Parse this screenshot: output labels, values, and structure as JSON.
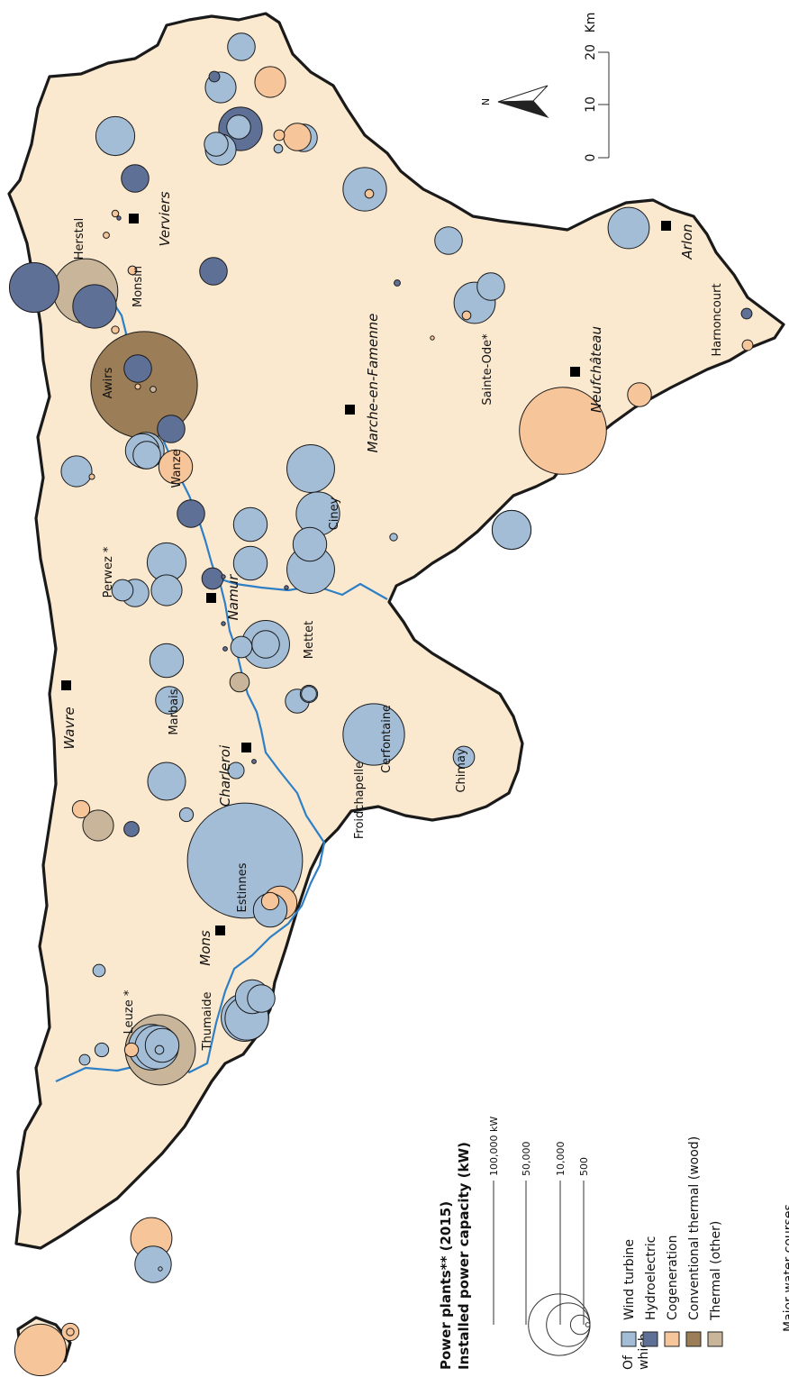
{
  "colors": {
    "wind": "#a3bdd6",
    "hydro": "#5f7096",
    "cogen": "#f7c59a",
    "wood": "#9b7e57",
    "other": "#c9b69a",
    "land": "#fbe9cf",
    "river": "#2e7fc6"
  },
  "legend": {
    "title": "Power plants** (2015)",
    "subtitle": "Installed power capacity (kW)",
    "sizes": [
      {
        "label": "100,000 kW",
        "kw": 100000
      },
      {
        "label": "50,000",
        "kw": 50000
      },
      {
        "label": "10,000",
        "kw": 10000
      },
      {
        "label": "500",
        "kw": 500
      }
    ],
    "of_label": "Of",
    "which_label": "which",
    "types": [
      {
        "key": "wind",
        "label": "Wind turbine"
      },
      {
        "key": "hydro",
        "label": "Hydroelectric"
      },
      {
        "key": "cogen",
        "label": "Cogeneration"
      },
      {
        "key": "wood",
        "label": "Conventional thermal (wood)"
      },
      {
        "key": "other",
        "label": "Thermal (other)"
      }
    ],
    "river_label": "Major water courses"
  },
  "scale": {
    "unit": "Km",
    "ticks": [
      "0",
      "10",
      "20"
    ],
    "north": "N"
  },
  "cities": [
    {
      "name": "Verviers"
    },
    {
      "name": "Arlon"
    },
    {
      "name": "Neufchâteau"
    },
    {
      "name": "Marche-en-Famenne"
    },
    {
      "name": "Namur"
    },
    {
      "name": "Wavre"
    },
    {
      "name": "Charleroi"
    },
    {
      "name": "Mons"
    }
  ],
  "plant_labels": [
    {
      "name": "Herstal"
    },
    {
      "name": "Monsin"
    },
    {
      "name": "Awirs"
    },
    {
      "name": "Wanze"
    },
    {
      "name": "Sainte-Ode*"
    },
    {
      "name": "Harnoncourt"
    },
    {
      "name": "Ciney"
    },
    {
      "name": "Perwez *"
    },
    {
      "name": "Mettet"
    },
    {
      "name": "Marbais"
    },
    {
      "name": "Cerfontaine"
    },
    {
      "name": "Froidchapelle"
    },
    {
      "name": "Chimay"
    },
    {
      "name": "Estinnes"
    },
    {
      "name": "Thumaide"
    },
    {
      "name": "Leuze *"
    }
  ],
  "plants": [
    {
      "type": "cogen",
      "kw": 70000
    },
    {
      "type": "cogen",
      "kw": 1500
    },
    {
      "type": "cogen",
      "kw": 8000
    },
    {
      "type": "wind",
      "kw": 35000
    },
    {
      "type": "wind",
      "kw": 300
    },
    {
      "type": "cogen",
      "kw": 45000
    },
    {
      "type": "other",
      "kw": 130000
    },
    {
      "type": "wind",
      "kw": 55000
    },
    {
      "type": "wind",
      "kw": 50000
    },
    {
      "type": "wind",
      "kw": 30000
    },
    {
      "type": "wind",
      "kw": 2000
    },
    {
      "type": "cogen",
      "kw": 5000
    },
    {
      "type": "wind",
      "kw": 5000
    },
    {
      "type": "wind",
      "kw": 3000
    },
    {
      "type": "wind",
      "kw": 4000
    },
    {
      "type": "wind",
      "kw": 60000
    },
    {
      "type": "wind",
      "kw": 50000
    },
    {
      "type": "wind",
      "kw": 30000
    },
    {
      "type": "wind",
      "kw": 20000
    },
    {
      "type": "cogen",
      "kw": 30000
    },
    {
      "type": "wind",
      "kw": 30000
    },
    {
      "type": "other",
      "kw": 25000
    },
    {
      "type": "hydro",
      "kw": 6000
    },
    {
      "type": "cogen",
      "kw": 8000
    },
    {
      "type": "wind",
      "kw": 5000
    },
    {
      "type": "wind",
      "kw": 38000
    },
    {
      "type": "wind",
      "kw": 7000
    },
    {
      "type": "hydro",
      "kw": 500
    },
    {
      "type": "wind",
      "kw": 350000
    },
    {
      "type": "cogen",
      "kw": 8000
    },
    {
      "type": "wind",
      "kw": 20000
    },
    {
      "type": "wind",
      "kw": 30000
    },
    {
      "type": "wind",
      "kw": 40000
    },
    {
      "type": "other",
      "kw": 10000
    },
    {
      "type": "wind",
      "kw": 12000
    },
    {
      "type": "hydro",
      "kw": 500
    },
    {
      "type": "wind",
      "kw": 25000
    },
    {
      "type": "wind",
      "kw": 60000
    },
    {
      "type": "wind",
      "kw": 20000
    },
    {
      "type": "wind",
      "kw": 8000
    },
    {
      "type": "wind",
      "kw": 6000
    },
    {
      "type": "wind",
      "kw": 15000
    },
    {
      "type": "wind",
      "kw": 20000
    },
    {
      "type": "wind",
      "kw": 12000
    },
    {
      "type": "wind",
      "kw": 100000
    },
    {
      "type": "wind",
      "kw": 12000
    },
    {
      "type": "hydro",
      "kw": 12000
    },
    {
      "type": "hydro",
      "kw": 300
    },
    {
      "type": "hydro",
      "kw": 300
    },
    {
      "type": "wind",
      "kw": 30000
    },
    {
      "type": "wind",
      "kw": 30000
    },
    {
      "type": "wind",
      "kw": 60000
    },
    {
      "type": "wind",
      "kw": 60000
    },
    {
      "type": "wind",
      "kw": 1500
    },
    {
      "type": "wind",
      "kw": 50000
    },
    {
      "type": "wind",
      "kw": 30000
    },
    {
      "type": "hydro",
      "kw": 300
    },
    {
      "type": "wind",
      "kw": 40000
    },
    {
      "type": "wind",
      "kw": 40000
    },
    {
      "type": "hydro",
      "kw": 20000
    },
    {
      "type": "hydro",
      "kw": 20000
    },
    {
      "type": "wind",
      "kw": 20000
    },
    {
      "type": "wind",
      "kw": 35000
    },
    {
      "type": "wind",
      "kw": 30000
    },
    {
      "type": "cogen",
      "kw": 30000
    },
    {
      "type": "cogen",
      "kw": 800
    },
    {
      "type": "wind",
      "kw": 25000
    },
    {
      "type": "wood",
      "kw": 300000
    },
    {
      "type": "hydro",
      "kw": 20000
    },
    {
      "type": "cogen",
      "kw": 800
    },
    {
      "type": "other",
      "kw": 1000
    },
    {
      "type": "cogen",
      "kw": 1500
    },
    {
      "type": "hydro",
      "kw": 65000
    },
    {
      "type": "cogen",
      "kw": 2000
    },
    {
      "type": "other",
      "kw": 110000
    },
    {
      "type": "hydro",
      "kw": 50000
    },
    {
      "type": "hydro",
      "kw": 20000
    },
    {
      "type": "wind",
      "kw": 15000
    },
    {
      "type": "wind",
      "kw": 15000
    },
    {
      "type": "cogen",
      "kw": 2000
    },
    {
      "type": "cogen",
      "kw": 1200
    },
    {
      "type": "cogen",
      "kw": 1000
    },
    {
      "type": "hydro",
      "kw": 400
    },
    {
      "type": "hydro",
      "kw": 20000
    },
    {
      "type": "wind",
      "kw": 40000
    },
    {
      "type": "hydro",
      "kw": 50000
    },
    {
      "type": "wind",
      "kw": 25000
    },
    {
      "type": "wind",
      "kw": 20000
    },
    {
      "type": "hydro",
      "kw": 3000
    },
    {
      "type": "wind",
      "kw": 25000
    },
    {
      "type": "cogen",
      "kw": 25000
    },
    {
      "type": "cogen",
      "kw": 3000
    },
    {
      "type": "wind",
      "kw": 2000
    },
    {
      "type": "wind",
      "kw": 20000
    },
    {
      "type": "cogen",
      "kw": 20000
    },
    {
      "type": "wind",
      "kw": 50000
    },
    {
      "type": "hydro",
      "kw": 1000
    },
    {
      "type": "wind",
      "kw": 20000
    },
    {
      "type": "wind",
      "kw": 45000
    },
    {
      "type": "wind",
      "kw": 20000
    },
    {
      "type": "cogen",
      "kw": 2000
    },
    {
      "type": "cogen",
      "kw": 200000
    },
    {
      "type": "cogen",
      "kw": 3000
    },
    {
      "type": "hydro",
      "kw": 3000
    },
    {
      "type": "cogen",
      "kw": 15000
    },
    {
      "type": "cogen",
      "kw": 400
    },
    {
      "type": "wind",
      "kw": 45000
    }
  ]
}
